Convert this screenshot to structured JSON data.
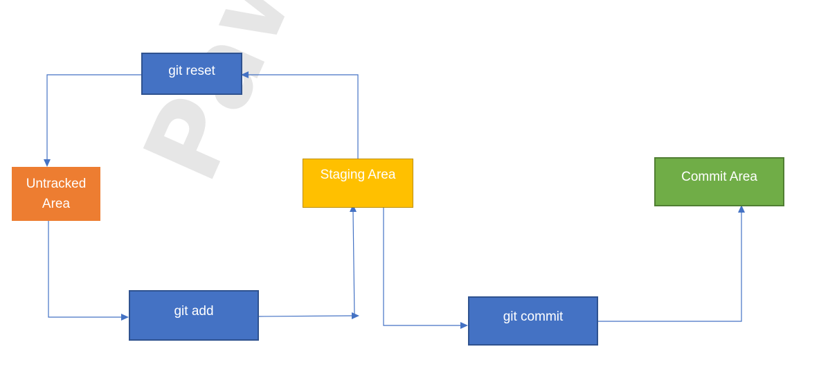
{
  "watermark": {
    "text": "Pawan Bha"
  },
  "colors": {
    "blue": "#4472c4",
    "blue_border": "#2f528f",
    "orange": "#ed7d31",
    "yellow": "#ffc000",
    "yellow_border": "#bc8c00",
    "green": "#70ad47",
    "green_border": "#507e32",
    "connector": "#4472c4"
  },
  "nodes": {
    "git_reset": {
      "label": "git reset"
    },
    "untracked": {
      "label": "Untracked Area"
    },
    "staging": {
      "label": "Staging Area"
    },
    "commit_area": {
      "label": "Commit Area"
    },
    "git_add": {
      "label": "git add"
    },
    "git_commit": {
      "label": "git commit"
    }
  },
  "edges": [
    {
      "from": "staging",
      "to": "git_reset"
    },
    {
      "from": "git_reset",
      "to": "untracked"
    },
    {
      "from": "untracked",
      "to": "git_add"
    },
    {
      "from": "git_add",
      "to": "staging"
    },
    {
      "from": "staging",
      "to": "git_commit"
    },
    {
      "from": "git_commit",
      "to": "commit_area"
    }
  ]
}
